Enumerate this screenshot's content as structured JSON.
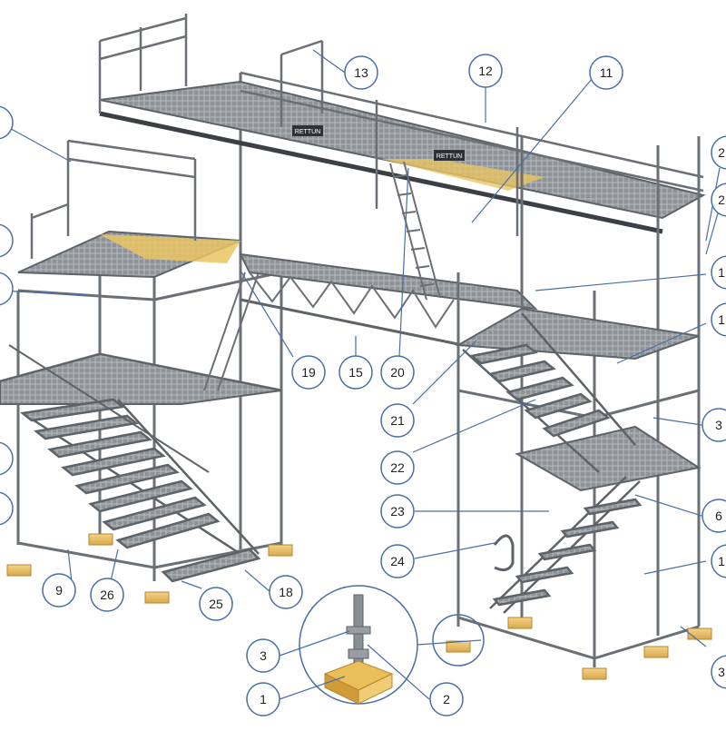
{
  "diagram": {
    "signs": [
      "RETTUN",
      "RETTUN"
    ],
    "callouts": [
      {
        "id": "c1",
        "label": "1"
      },
      {
        "id": "c2",
        "label": "2"
      },
      {
        "id": "c3a",
        "label": "3"
      },
      {
        "id": "c3b",
        "label": "3"
      },
      {
        "id": "c6",
        "label": "6"
      },
      {
        "id": "c9",
        "label": "9"
      },
      {
        "id": "c11",
        "label": "11"
      },
      {
        "id": "c12",
        "label": "12"
      },
      {
        "id": "c13",
        "label": "13"
      },
      {
        "id": "c15",
        "label": "15"
      },
      {
        "id": "c18",
        "label": "18"
      },
      {
        "id": "c19",
        "label": "19"
      },
      {
        "id": "c20",
        "label": "20"
      },
      {
        "id": "c21",
        "label": "21"
      },
      {
        "id": "c22",
        "label": "22"
      },
      {
        "id": "c23",
        "label": "23"
      },
      {
        "id": "c24",
        "label": "24"
      },
      {
        "id": "c25",
        "label": "25"
      },
      {
        "id": "c26",
        "label": "26"
      },
      {
        "id": "r1",
        "label": "2"
      },
      {
        "id": "r2",
        "label": "2"
      },
      {
        "id": "r3",
        "label": "1"
      },
      {
        "id": "r4",
        "label": "1"
      },
      {
        "id": "r7",
        "label": "1"
      },
      {
        "id": "r9",
        "label": "3"
      }
    ]
  }
}
